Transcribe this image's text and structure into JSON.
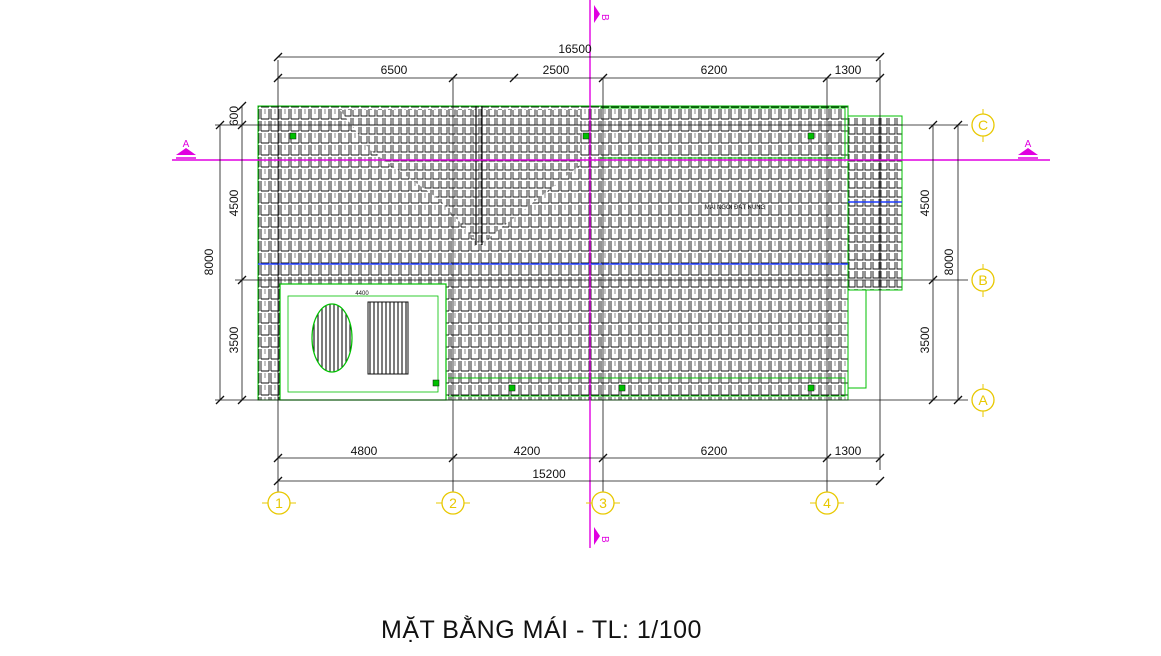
{
  "title": "MẶT BẰNG MÁI - TL: 1/100",
  "dims_top": {
    "overall": "16500",
    "segments": [
      "6500",
      "2500",
      "6200",
      "1300"
    ]
  },
  "dims_bottom": {
    "overall": "15200",
    "segments": [
      "4800",
      "4200",
      "6200",
      "1300"
    ]
  },
  "dims_left": {
    "overall": "8000",
    "segments": [
      "600",
      "4500",
      "3500"
    ]
  },
  "dims_right": {
    "overall": "8000",
    "segments": [
      "4500",
      "3500"
    ]
  },
  "grid_columns": [
    "1",
    "2",
    "3",
    "4"
  ],
  "grid_rows": [
    "C",
    "B",
    "A"
  ],
  "section_marks": {
    "horizontal": "A",
    "vertical": "B"
  },
  "small_texts": {
    "skylight_width": "4400",
    "roof_note": "MÁI NGÓI ĐẤT NUNG"
  },
  "colors": {
    "grid_bubble": "#e8c800",
    "section_line": "#e000e0",
    "roof_outline": "#00c000",
    "tiles": "#111111",
    "gutter_line": "#1e3cff"
  }
}
